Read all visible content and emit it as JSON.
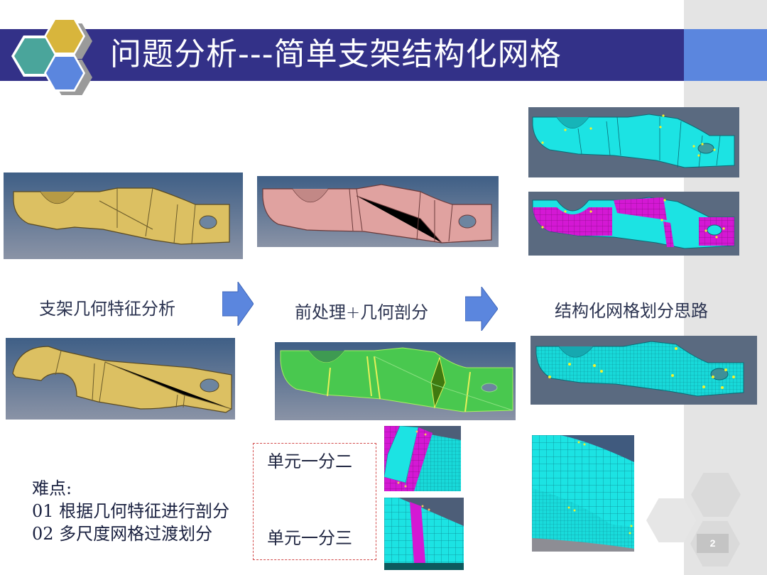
{
  "slide": {
    "title": "问题分析---简单支架结构化网格",
    "page_number": "2",
    "colors": {
      "title_bar": "#333188",
      "title_accent": "#5b86de",
      "right_strip": "#e4e4e4",
      "hex_teal": "#4aa59b",
      "hex_gold": "#d8b53c",
      "hex_blue": "#5b86de",
      "arrow": "#5b86de",
      "dashed_border": "#d24a4a"
    }
  },
  "flow": {
    "steps": [
      {
        "label": "支架几何特征分析"
      },
      {
        "label": "前处理+几何剖分"
      },
      {
        "label": "结构化网格划分思路"
      }
    ],
    "arrows": [
      "arrow-right-icon",
      "arrow-right-icon"
    ]
  },
  "images": {
    "geometry_top": "yellow bracket geometry (top view)",
    "geometry_bottom": "yellow bracket geometry (bottom view)",
    "preprocess_top": "pink bracket with partition lines",
    "preprocess_bottom": "green bracket with cutting planes",
    "mesh_plan_1": "cyan bracket partitioned into blocks",
    "mesh_plan_2": "cyan/magenta bracket showing mapped regions",
    "mesh_result": "cyan structured hex mesh of bracket",
    "detail_split_two": "mesh detail: one element split into two",
    "detail_split_three": "mesh detail: one element split into three",
    "detail_transition": "mesh transition close-up"
  },
  "split_box": {
    "label_two": "单元一分二",
    "label_three": "单元一分三"
  },
  "difficulties": {
    "heading": "难点:",
    "items": [
      "01 根据几何特征进行剖分",
      "02 多尺度网格过渡划分"
    ]
  }
}
